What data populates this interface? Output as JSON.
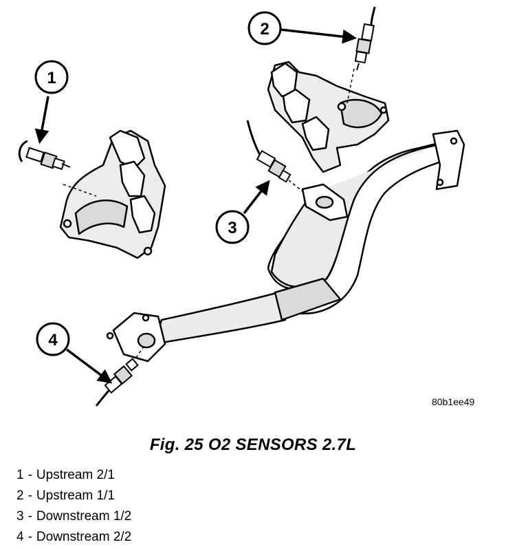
{
  "figure_id": "80b1ee49",
  "caption": "Fig. 25 O2 SENSORS 2.7L",
  "callouts": [
    "1",
    "2",
    "3",
    "4"
  ],
  "legend": [
    {
      "num": "1",
      "label": "Upstream 2/1"
    },
    {
      "num": "2",
      "label": "Upstream 1/1"
    },
    {
      "num": "3",
      "label": "Downstream 1/2"
    },
    {
      "num": "4",
      "label": "Downstream 2/2"
    }
  ],
  "colors": {
    "ink": "#000000",
    "metal": "#d9d9d9",
    "paper": "#ffffff"
  }
}
